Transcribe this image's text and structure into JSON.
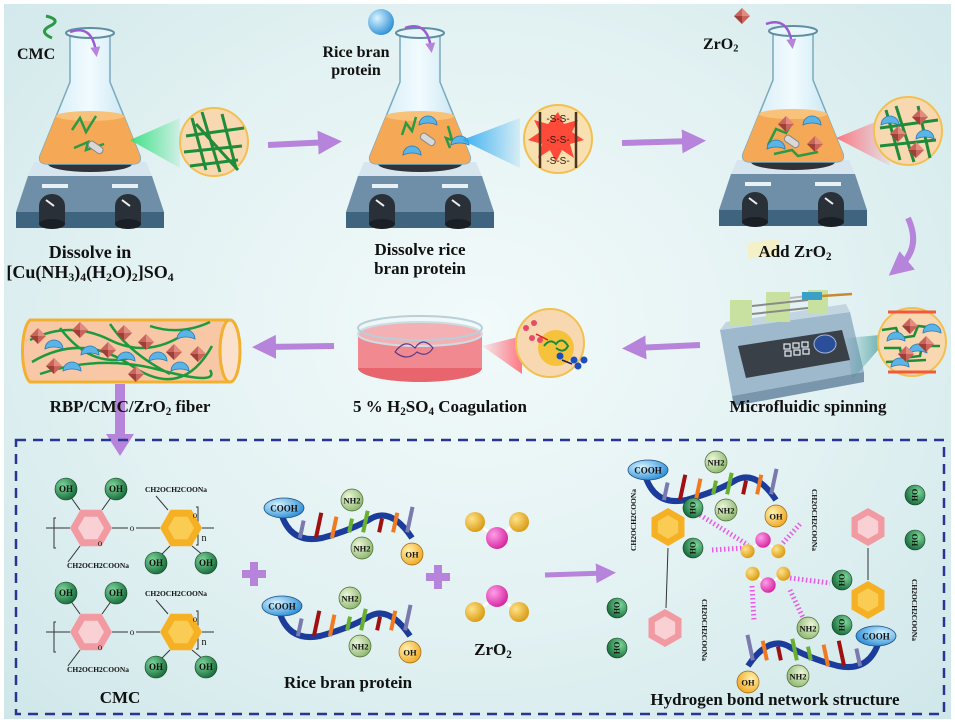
{
  "figure": {
    "title": "Preparation of RBP/CMC/ZrO2 fiber and hydrogen bond network structure",
    "colors": {
      "arrow": "#b784dc",
      "solution": "#f5a855",
      "cmc_chain": "#2a9a45",
      "zro2_crystal": "#c8645a",
      "protein_drop": "#5ab4e6",
      "dashed_border": "#2a3590",
      "h_bond": "#e65ce6",
      "oh_bead": "#1f7a45"
    }
  },
  "steps": [
    {
      "id": "step1",
      "input": "CMC",
      "caption_line1": "Dissolve in",
      "caption_line2_parts": [
        "[Cu(NH",
        "3",
        ")",
        "4",
        "(H",
        "2",
        "O)",
        "2",
        "]SO",
        "4"
      ]
    },
    {
      "id": "step2",
      "input_line1": "Rice bran",
      "input_line2": "protein",
      "caption_line1": "Dissolve rice",
      "caption_line2": "bran protein",
      "inset_bonds": [
        "-S-S-",
        "-S-S-",
        "-S-S-"
      ]
    },
    {
      "id": "step3",
      "input_parts": [
        "ZrO",
        "2"
      ],
      "caption_parts": [
        "Add ZrO",
        "2"
      ]
    },
    {
      "id": "step4",
      "caption": "Microfluidic spinning"
    },
    {
      "id": "step5",
      "caption_parts": [
        "5 % H",
        "2",
        "SO",
        "4",
        " Coagulation"
      ]
    },
    {
      "id": "step6",
      "caption_parts": [
        "RBP/CMC/ZrO",
        "2",
        " fiber"
      ]
    }
  ],
  "components": {
    "cmc": {
      "label": "CMC",
      "substituent": "CH2OCH2COONa",
      "hydroxyl": "OH",
      "bridge_oxygen": "o",
      "repeat": "n"
    },
    "protein": {
      "label": "Rice bran protein",
      "groups": [
        "COOH",
        "NH2",
        "NH2",
        "OH"
      ]
    },
    "zro2": {
      "label_parts": [
        "ZrO",
        "2"
      ]
    },
    "network": {
      "label": "Hydrogen bond network structure"
    }
  }
}
